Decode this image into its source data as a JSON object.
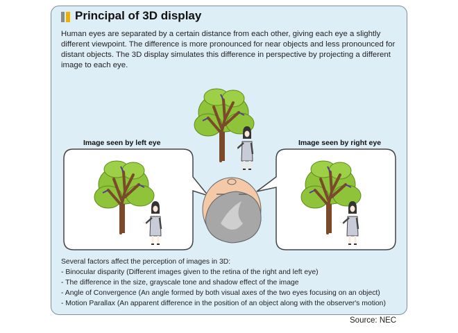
{
  "title": "Principal of 3D display",
  "intro": "Human eyes are separated by a certain distance from each other, giving each eye a slightly different viewpoint. The difference is more pronounced for near objects and less pronounced for distant objects. The 3D display simulates this difference in perspective by projecting a different image to each eye.",
  "left_label": "Image seen by left eye",
  "right_label": "Image seen by right eye",
  "factors": {
    "heading": "Several factors affect the perception of images in 3D:",
    "items": [
      "- Binocular disparity (Different images given to the retina of the right and left eye)",
      "- The difference in the size, grayscale tone and shadow effect of the image",
      "- Angle of Convergence (An angle formed by both visual axes of the two eyes focusing on an object)",
      "- Motion Parallax (An apparent difference in the position of an object along with the observer's motion)"
    ]
  },
  "source": "Source: NEC",
  "colors": {
    "panel_bg": "#ddeef7",
    "title_marker": "#f0b000",
    "foliage": "#8fc43a",
    "trunk": "#7a4a2a"
  }
}
